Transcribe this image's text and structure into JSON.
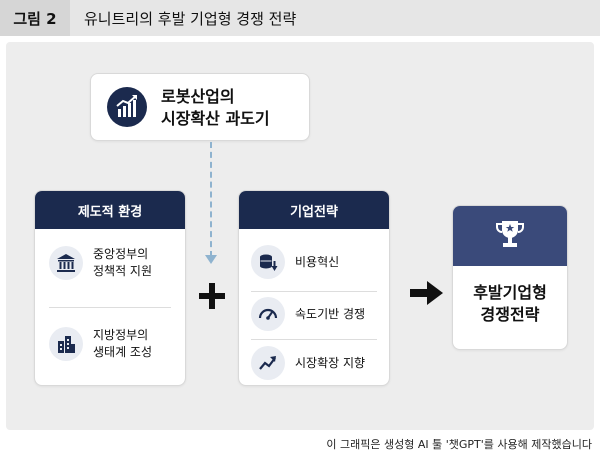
{
  "header": {
    "figure_label": "그림 2",
    "title": "유니트리의 후발 기업형 경쟁 전략"
  },
  "top_box": {
    "line1": "로봇산업의",
    "line2": "시장확산 과도기",
    "icon": "growth-chart-icon"
  },
  "environment": {
    "title": "제도적 환경",
    "items": [
      {
        "line1": "중앙정부의",
        "line2": "정책적 지원",
        "icon": "government-building-icon"
      },
      {
        "line1": "지방정부의",
        "line2": "생태계 조성",
        "icon": "city-buildings-icon"
      }
    ]
  },
  "strategy": {
    "title": "기업전략",
    "items": [
      {
        "label": "비용혁신",
        "icon": "coin-down-icon"
      },
      {
        "label": "속도기반 경쟁",
        "icon": "speedometer-icon"
      },
      {
        "label": "시장확장 지향",
        "icon": "trend-up-icon"
      }
    ]
  },
  "result": {
    "line1": "후발기업형",
    "line2": "경쟁전략",
    "icon": "trophy-icon"
  },
  "caption": "이 그래픽은 생성형 AI 툴 '챗GPT'를 사용해 제작했습니다",
  "colors": {
    "navy": "#1b2a4e",
    "result_header": "#3a4a7a",
    "dashed_arrow": "#8fb3cf",
    "panel": "#ededed"
  }
}
